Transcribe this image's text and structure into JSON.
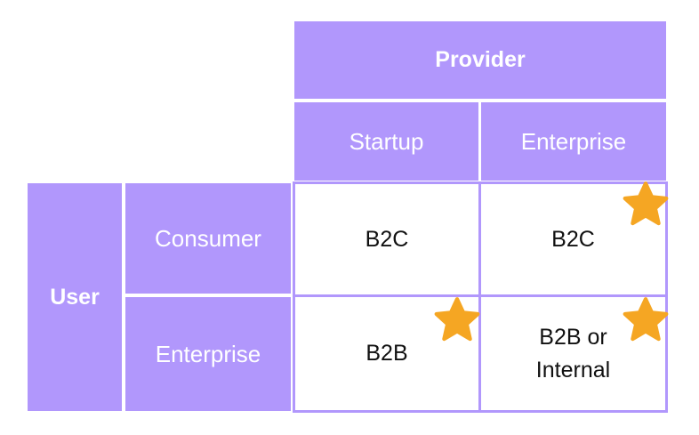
{
  "colors": {
    "header_fill": "#b197fc",
    "star": "#f5a623",
    "cell_border": "#b197fc"
  },
  "provider": {
    "title": "Provider",
    "columns": [
      "Startup",
      "Enterprise"
    ]
  },
  "user": {
    "title": "User",
    "rows": [
      "Consumer",
      "Enterprise"
    ]
  },
  "grid": [
    [
      {
        "text": "B2C",
        "star": false
      },
      {
        "text": "B2C",
        "star": true
      }
    ],
    [
      {
        "text": "B2B",
        "star": true
      },
      {
        "text": "B2B or\nInternal",
        "star": true
      }
    ]
  ],
  "icons": {
    "star": "star-icon"
  }
}
